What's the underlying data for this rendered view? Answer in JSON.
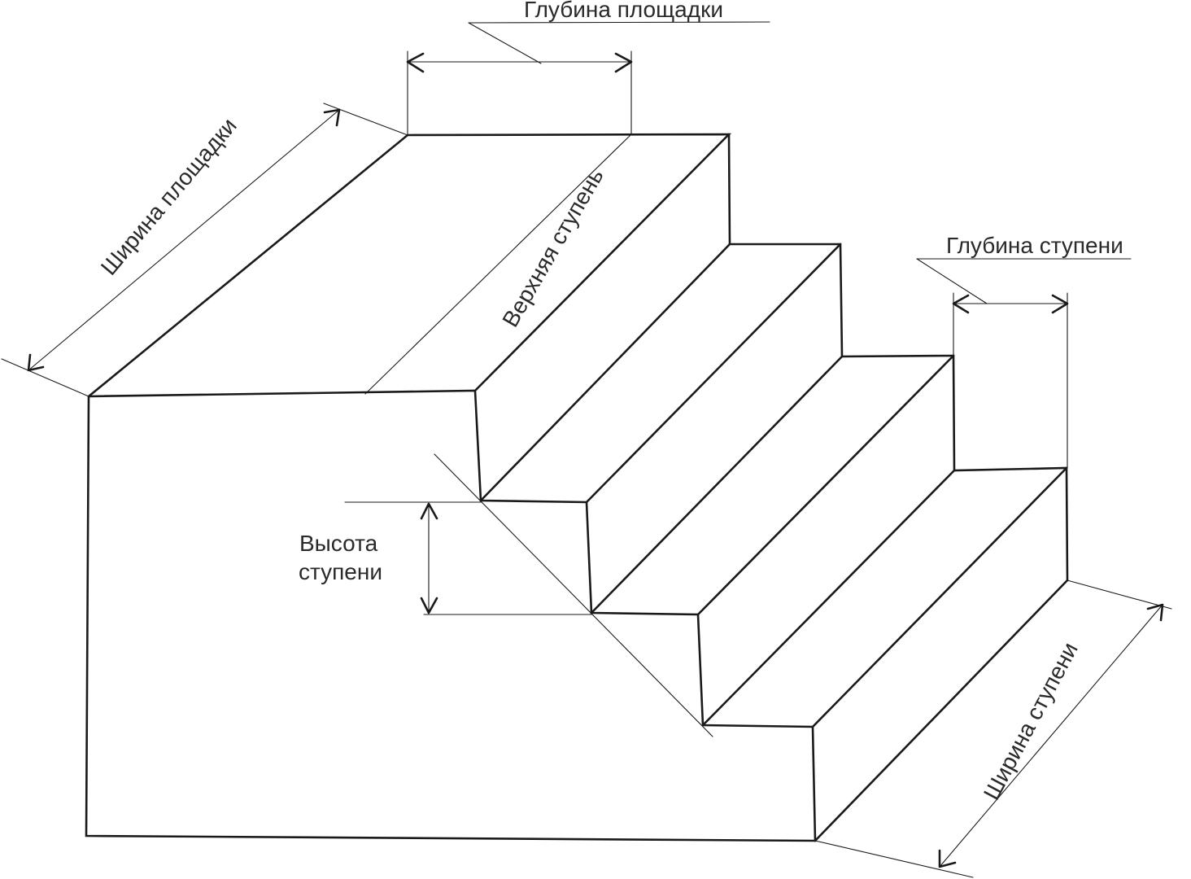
{
  "labels": {
    "landing_depth": "Глубина площадки",
    "landing_width": "Ширина площадки",
    "top_step": "Верхняя ступень",
    "step_depth": "Глубина ступени",
    "step_height_line1": "Высота",
    "step_height_line2": "ступени",
    "step_width": "Ширина ступени"
  }
}
